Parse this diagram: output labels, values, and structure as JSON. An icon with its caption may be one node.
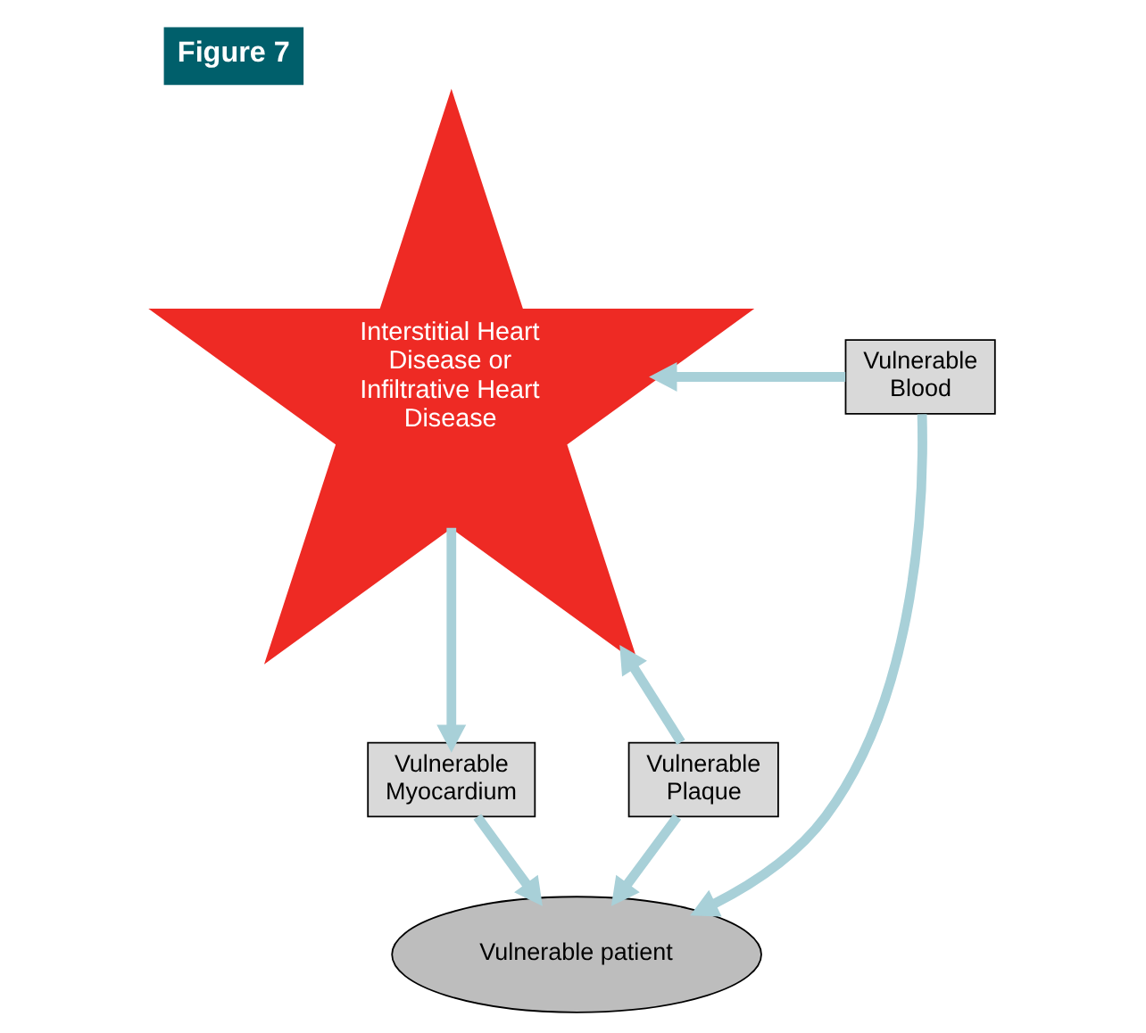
{
  "diagram": {
    "title": "Figure 7",
    "nodes": [
      {
        "text": [
          "Interstitial Heart Disease or Infiltrative Heart Disease"
        ]
      },
      {
        "text": [
          "Vulnerable Myocardium"
        ]
      },
      {
        "text": [
          "Vulnerable Plaque"
        ]
      },
      {
        "text": [
          "Vulnerable patient"
        ]
      },
      {
        "text": [
          "Vulnerable Blood"
        ]
      }
    ],
    "edges": [
      {
        "from": 0,
        "to": 1,
        "arrow": "to"
      },
      {
        "from": 1,
        "to": 3,
        "arrow": "to"
      },
      {
        "from": 2,
        "to": 3,
        "arrow": "to"
      },
      {
        "from": 4,
        "to": 3,
        "arrow": "to"
      },
      {
        "from": 2,
        "to": 0,
        "arrow": "to"
      },
      {
        "from": 4,
        "to": 0,
        "arrow": "to"
      }
    ]
  }
}
